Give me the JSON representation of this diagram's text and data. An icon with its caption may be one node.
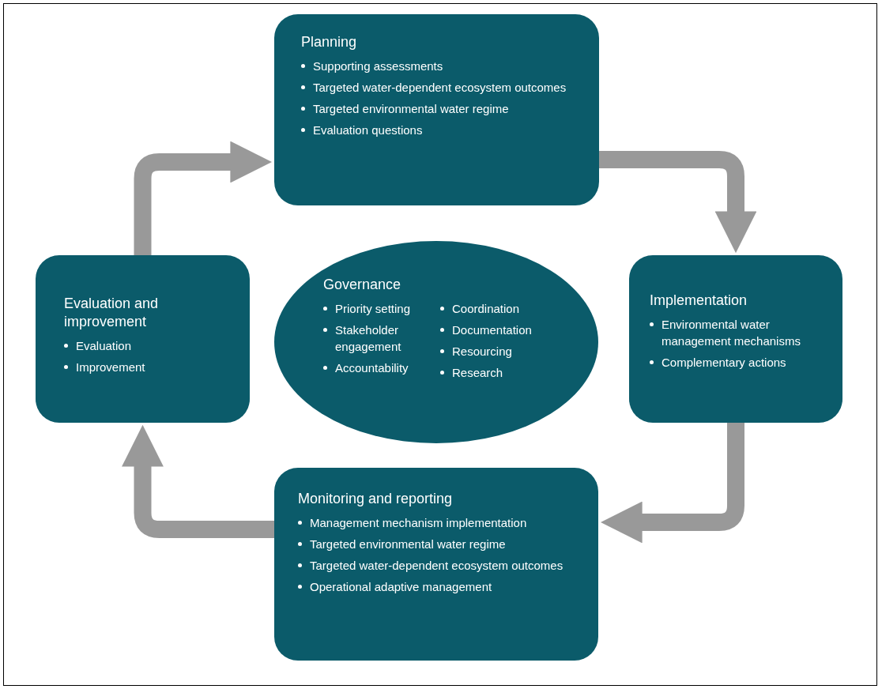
{
  "diagram": {
    "nodes": [
      {
        "text": [
          "Planning",
          "Supporting assessments",
          "Targeted water-dependent ecosystem outcomes",
          "Targeted environmental water regime",
          "Evaluation questions"
        ]
      },
      {
        "text": [
          "Implementation",
          "Environmental water management mechanisms",
          "Complementary actions"
        ]
      },
      {
        "text": [
          "Monitoring and reporting",
          "Management mechanism implementation",
          "Targeted environmental water regime",
          "Targeted water-dependent ecosystem outcomes",
          "Operational adaptive management"
        ]
      },
      {
        "text": [
          "Evaluation and improvement",
          "Evaluation",
          "Improvement"
        ]
      },
      {
        "text": [
          "Governance",
          "Priority setting",
          "Stakeholder engagement",
          "Accountability",
          "Coordination",
          "Documentation",
          "Resourcing",
          "Research"
        ]
      }
    ],
    "edges": [
      {
        "from": 0,
        "to": 1,
        "arrow": "to"
      },
      {
        "from": 1,
        "to": 2,
        "arrow": "to"
      },
      {
        "from": 2,
        "to": 3,
        "arrow": "to"
      },
      {
        "from": 3,
        "to": 0,
        "arrow": "to"
      }
    ]
  }
}
